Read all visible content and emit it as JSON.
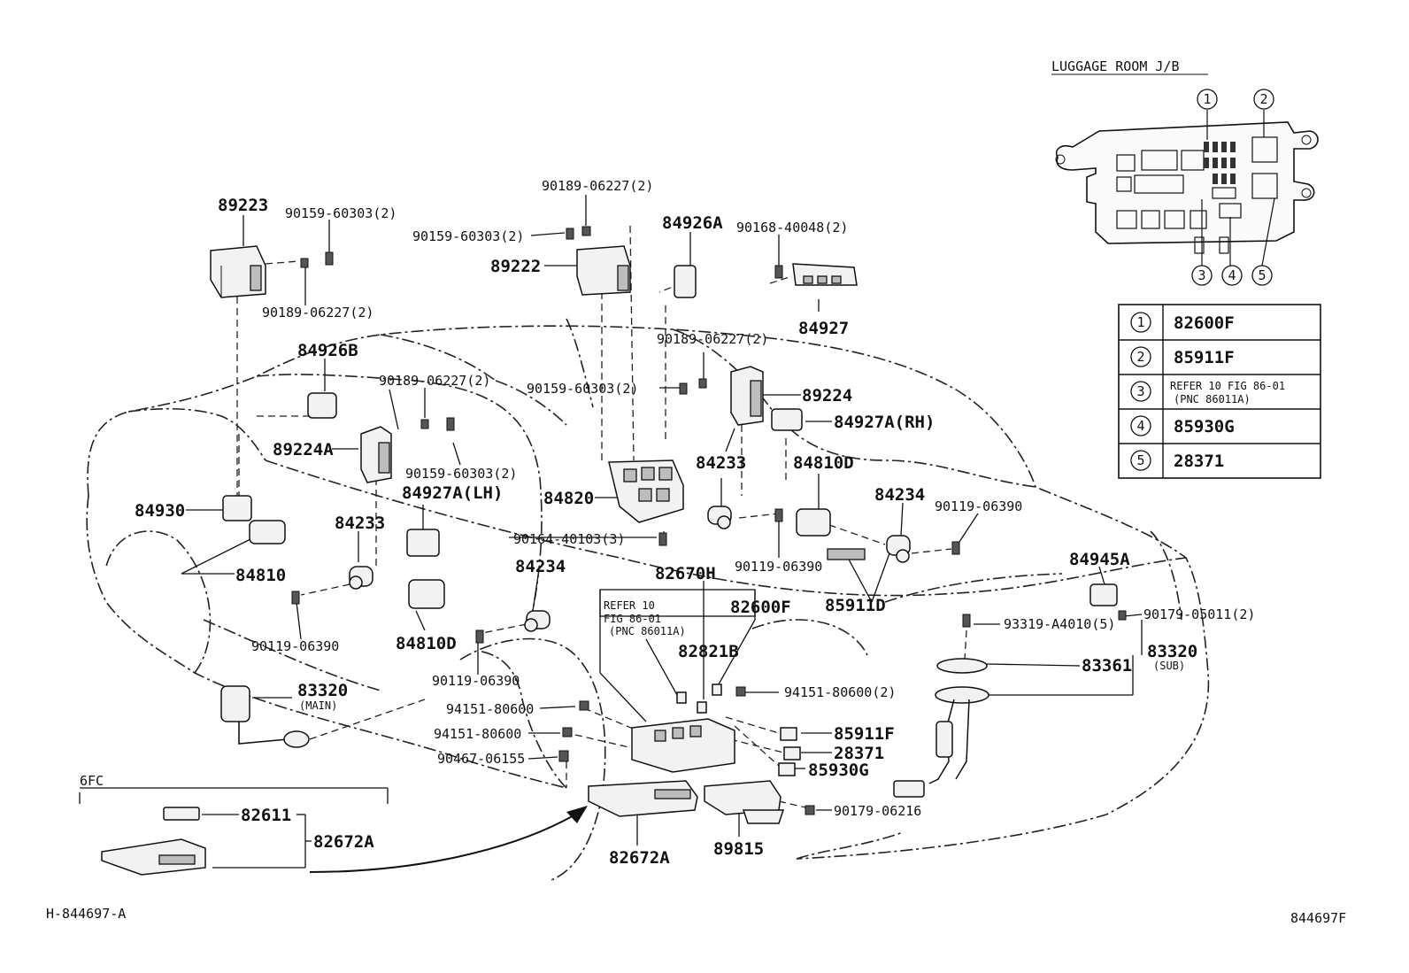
{
  "labels": {
    "p89223": "89223",
    "p90159_a": "90159-60303(2)",
    "p90189_a": "90189-06227(2)",
    "p90189_b": "90189-06227(2)",
    "p90159_b": "90159-60303(2)",
    "p89222": "89222",
    "p84926A": "84926A",
    "p90168": "90168-40048(2)",
    "p84927": "84927",
    "p84926B": "84926B",
    "p90189_c": "90189-06227(2)",
    "p90189_d": "90189-06227(2)",
    "p90159_c": "90159-60303(2)",
    "p89224": "89224",
    "p84927A_RH": "84927A(RH)",
    "p89224A": "89224A",
    "p90159_d": "90159-60303(2)",
    "p84927A_LH": "84927A(LH)",
    "p84233_a": "84233",
    "p84810D_a": "84810D",
    "p84233_b": "84233",
    "p84820": "84820",
    "p84234_a": "84234",
    "p90119_a": "90119-06390",
    "p84930": "84930",
    "p84810": "84810",
    "p90164": "90164-40103(3)",
    "p90119_b": "90119-06390",
    "p85911D": "85911D",
    "p84234_b": "84234",
    "p82670H": "82670H",
    "p84945A": "84945A",
    "p82600F": "82600F",
    "p90179_a": "90179-05011(2)",
    "p93319": "93319-A4010(5)",
    "p90119_c": "90119-06390",
    "p84810D_b": "84810D",
    "p82821B": "82821B",
    "p83320_sub": "83320",
    "p83320_sub_note": "(SUB)",
    "p83361": "83361",
    "p90119_d": "90119-06390",
    "p94151_a": "94151-80600(2)",
    "p83320_main": "83320",
    "p83320_main_note": "(MAIN)",
    "p94151_b": "94151-80600",
    "p94151_c": "94151-80600",
    "p85911F": "85911F",
    "p28371": "28371",
    "p90467": "90467-06155",
    "p85930G": "85930G",
    "p90179_b": "90179-06216",
    "p82611": "82611",
    "p82672A_a": "82672A",
    "p82672A_b": "82672A",
    "p89815": "89815",
    "refer_l1": "REFER 10",
    "refer_l2": "FIG 86-01",
    "refer_l3": "(PNC 86011A)",
    "six_fc": "6FC",
    "fig_id_left": "H-844697-A",
    "fig_id_right": "844697F"
  },
  "junction_box": {
    "title": "LUGGAGE ROOM J/B",
    "callouts": [
      "1",
      "2",
      "3",
      "4",
      "5"
    ]
  },
  "legend_table": [
    {
      "num": "1",
      "part": "82600F",
      "note": ""
    },
    {
      "num": "2",
      "part": "85911F",
      "note": ""
    },
    {
      "num": "3",
      "part": "REFER 10 FIG 86-01",
      "note": "(PNC 86011A)"
    },
    {
      "num": "4",
      "part": "85930G",
      "note": ""
    },
    {
      "num": "5",
      "part": "28371",
      "note": ""
    }
  ]
}
